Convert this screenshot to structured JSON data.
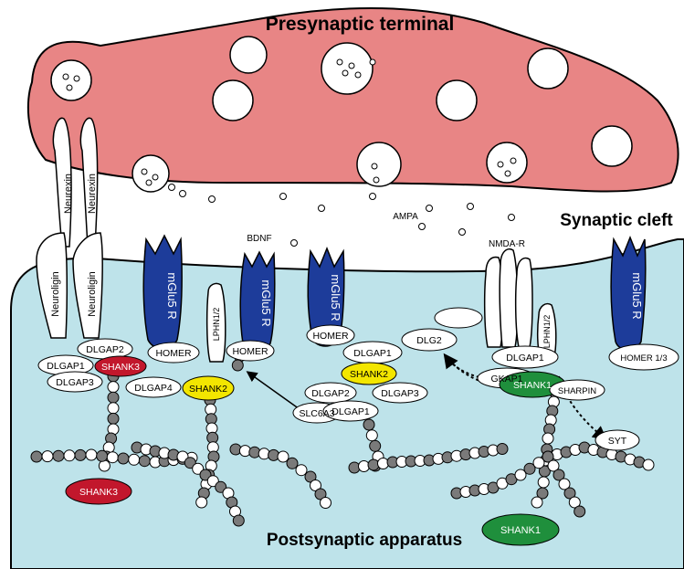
{
  "labels": {
    "presynaptic": "Presynaptic terminal",
    "cleft": "Synaptic cleft",
    "postsynaptic": "Postsynaptic apparatus",
    "bdnf": "BDNF",
    "ampa": "AMPA",
    "nmdar": "NMDA-R"
  },
  "proteins": {
    "neurexin": "Neurexin",
    "neuroligin": "Neuroligin",
    "mglu5r": "mGlu5 R",
    "lphn": "LPHN1/2",
    "homer": "HOMER",
    "homer13": "HOMER 1/3",
    "dlgap1": "DLGAP1",
    "dlgap2": "DLGAP2",
    "dlgap3": "DLGAP3",
    "dlgap4": "DLGAP4",
    "dlg2": "DLG2",
    "gkap1": "GKAP1",
    "sharpin": "SHARPIN",
    "shank1": "SHANK1",
    "shank2": "SHANK2",
    "shank3": "SHANK3",
    "slc6a3": "SLC6A3",
    "syt": "SYT"
  },
  "colors": {
    "presynaptic": "#e88585",
    "postsynaptic": "#bee3ea",
    "receptor": "#1d3c9a",
    "shank1": "#1f8f3c",
    "shank2": "#f3e600",
    "shank3": "#c2172c",
    "bead_dark": "#7a7a7a"
  }
}
